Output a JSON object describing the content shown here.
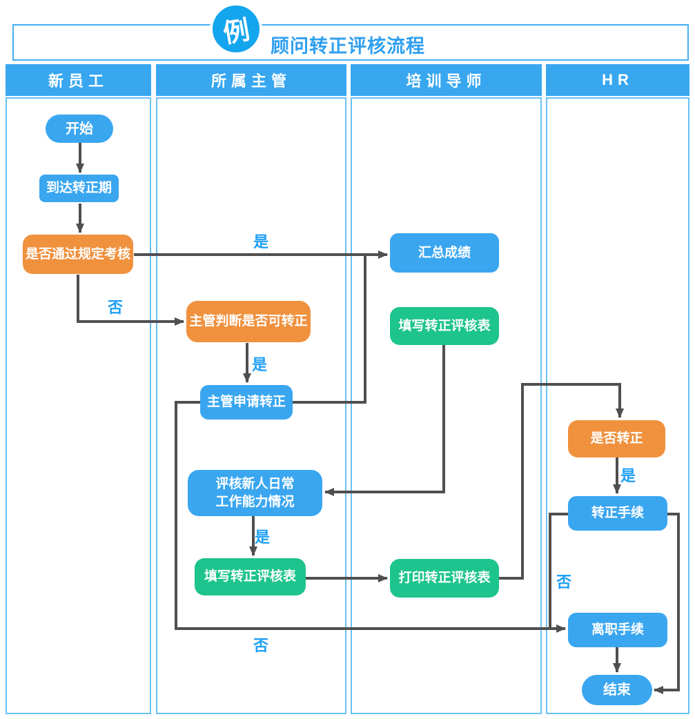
{
  "header": {
    "badge": "例",
    "title": "顾问转正评核流程"
  },
  "lanes": [
    {
      "label": "新员工"
    },
    {
      "label": "所属主管"
    },
    {
      "label": "培训导师"
    },
    {
      "label": "HR"
    }
  ],
  "nodes": {
    "start": {
      "label": "开始",
      "kind": "terminal"
    },
    "reach_period": {
      "label": "到达转正期",
      "kind": "process"
    },
    "pass_exam": {
      "label": "是否通过规定考核",
      "kind": "decision"
    },
    "supervisor_judge": {
      "label": "主管判断是否可转正",
      "kind": "decision"
    },
    "supervisor_apply": {
      "label": "主管申请转正",
      "kind": "process"
    },
    "assess_daily": {
      "lines": [
        "评核新人日常",
        "工作能力情况"
      ],
      "kind": "process"
    },
    "fill_form_supervisor": {
      "label": "填写转正评核表",
      "kind": "form"
    },
    "summarize": {
      "label": "汇总成绩",
      "kind": "process"
    },
    "fill_form_mentor": {
      "label": "填写转正评核表",
      "kind": "form"
    },
    "print_form": {
      "label": "打印转正评核表",
      "kind": "form"
    },
    "is_regular": {
      "label": "是否转正",
      "kind": "decision"
    },
    "regular_procedure": {
      "label": "转正手续",
      "kind": "process"
    },
    "resign_procedure": {
      "label": "离职手续",
      "kind": "process"
    },
    "end": {
      "label": "结束",
      "kind": "terminal"
    }
  },
  "edge_labels": {
    "yes_pass": "是",
    "no_pass": "否",
    "yes_judge": "是",
    "yes_assess": "是",
    "no_apply": "否",
    "yes_regular": "是",
    "no_regular": "否"
  },
  "edges": [
    {
      "from": "start",
      "to": "reach_period"
    },
    {
      "from": "reach_period",
      "to": "pass_exam"
    },
    {
      "from": "pass_exam",
      "to": "summarize",
      "label": "是"
    },
    {
      "from": "pass_exam",
      "to": "supervisor_judge",
      "label": "否"
    },
    {
      "from": "supervisor_judge",
      "to": "supervisor_apply",
      "label": "是"
    },
    {
      "from": "supervisor_apply",
      "to": "summarize"
    },
    {
      "from": "summarize",
      "to": "fill_form_mentor"
    },
    {
      "from": "fill_form_mentor",
      "to": "assess_daily"
    },
    {
      "from": "assess_daily",
      "to": "fill_form_supervisor",
      "label": "是"
    },
    {
      "from": "fill_form_supervisor",
      "to": "print_form"
    },
    {
      "from": "print_form",
      "to": "is_regular"
    },
    {
      "from": "is_regular",
      "to": "regular_procedure",
      "label": "是"
    },
    {
      "from": "regular_procedure",
      "to": "resign_procedure",
      "label": "否"
    },
    {
      "from": "supervisor_apply",
      "to": "resign_procedure",
      "label": "否"
    },
    {
      "from": "resign_procedure",
      "to": "end"
    },
    {
      "from": "regular_procedure",
      "to": "end"
    }
  ],
  "colors": {
    "process_node": "#3aa6f0",
    "decision_node": "#f0913e",
    "form_node": "#1ec48d",
    "lane_header_bg": "#38a7f0",
    "lane_border": "#69c1f6",
    "title_text": "#2f9ff0",
    "badge_bg": "#14a5ef",
    "edge_label": "#1e9ff5",
    "arrow": "#4f4f4f"
  }
}
